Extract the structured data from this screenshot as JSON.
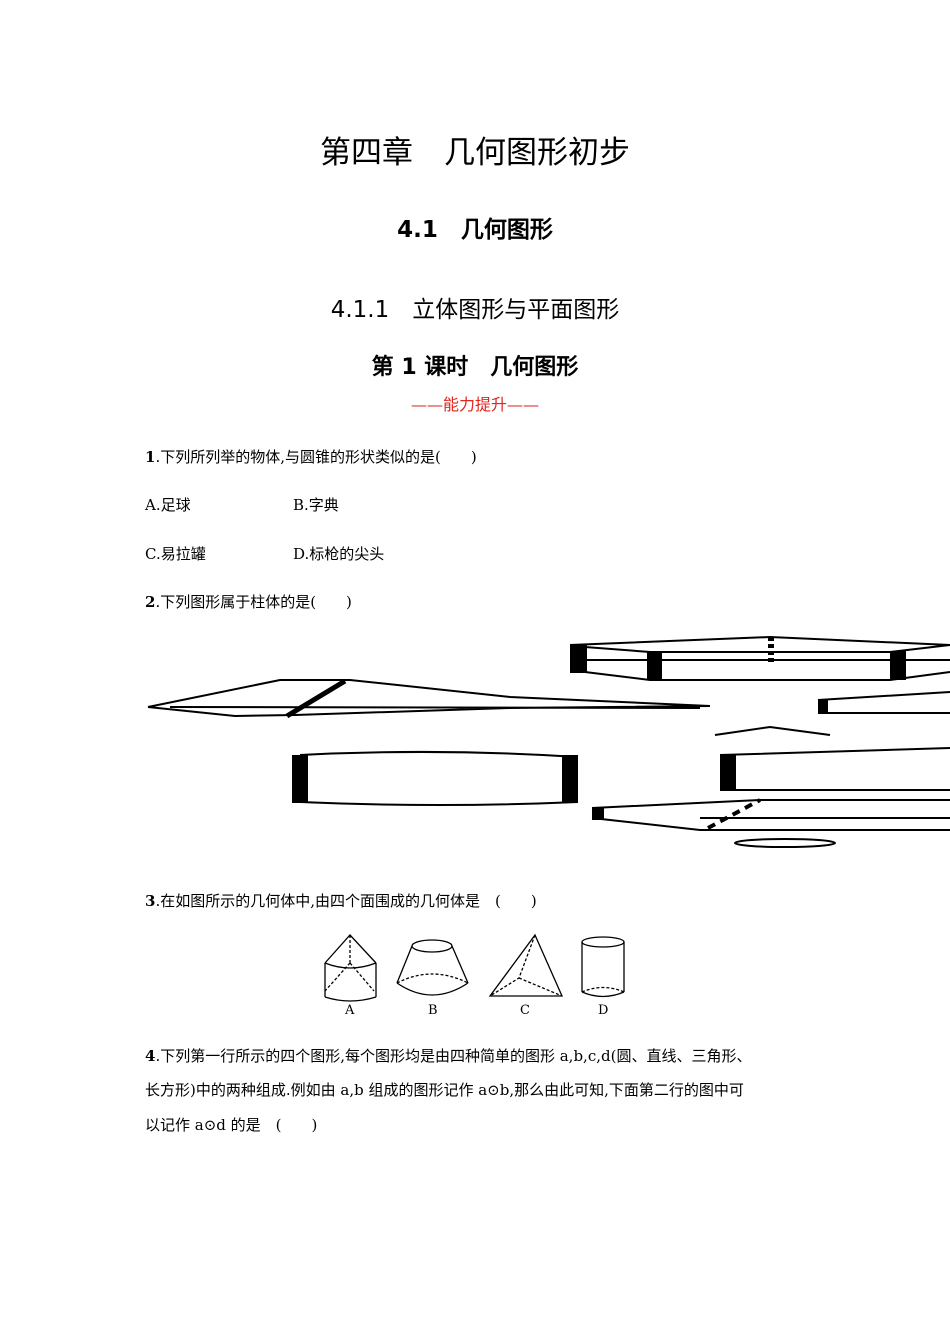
{
  "chapter_title": "第四章　几何图形初步",
  "section_title": "4.1　几何图形",
  "subsection_title": "4.1.1　立体图形与平面图形",
  "lesson_title": "第 1 课时　几何图形",
  "subheading": "——能力提升——",
  "accent_color": "#e0261f",
  "q1": {
    "num": "1",
    "text": ".下列所列举的物体,与圆锥的形状类似的是(　　)",
    "options": [
      "A.足球",
      "B.字典",
      "C.易拉罐",
      "D.标枪的尖头"
    ]
  },
  "q2": {
    "num": "2",
    "text": ".下列图形属于柱体的是(　　)"
  },
  "q3": {
    "num": "3",
    "text": ".在如图所示的几何体中,由四个面围成的几何体是　(　　)",
    "labels": [
      "A",
      "B",
      "C",
      "D"
    ]
  },
  "q4": {
    "num": "4",
    "line1": ".下列第一行所示的四个图形,每个图形均是由四种简单的图形 a,b,c,d(圆、直线、三角形、",
    "line2": "长方形)中的两种组成.例如由 a,b 组成的图形记作 a⊙b,那么由此可知,下面第二行的图中可",
    "line3": "以记作 a⊙d 的是　(　　)"
  }
}
